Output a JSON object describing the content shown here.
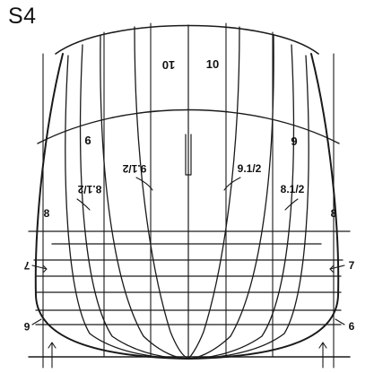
{
  "title": "S4",
  "stations": {
    "s10_left": "10",
    "s10_right": "10",
    "s9_left": "9",
    "s9_right": "9",
    "s9h_left": "9.1/2",
    "s9h_right": "9.1/2",
    "s8h_left": "8.1/2",
    "s8h_right": "8.1/2",
    "s8_left": "8",
    "s8_right": "8",
    "s7_left": "7",
    "s7_right": "7",
    "s6_left": "6",
    "s6_right": "6"
  },
  "colors": {
    "line": "#1a1a1a",
    "background": "#ffffff"
  }
}
